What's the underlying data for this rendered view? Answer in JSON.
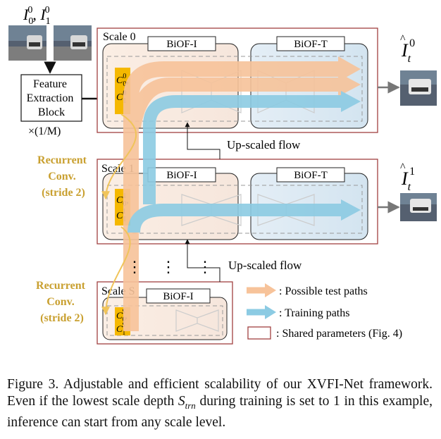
{
  "inputs": {
    "label": "I₀⁰, I₁⁰",
    "base": "I",
    "sub0": "0",
    "sup0": "0",
    "sub1": "1",
    "sup1": "0"
  },
  "feature_block": {
    "lines": [
      "Feature",
      "Extraction",
      "Block"
    ],
    "scale_label": "×(1/M)"
  },
  "scales": [
    {
      "label": "Scale 0",
      "modules": [
        "BiOF-I",
        "BiOF-T"
      ],
      "feature_c0": "C",
      "c0_sub": "0",
      "c0_sup": "0",
      "feature_c1": "C",
      "c1_sub": "1",
      "c1_sup": "0"
    },
    {
      "label": "Scale 1",
      "modules": [
        "BiOF-I",
        "BiOF-T"
      ],
      "feature_c0": "C",
      "c0_sub": "0",
      "c0_sup": "1",
      "feature_c1": "C",
      "c1_sub": "1",
      "c1_sup": "1"
    },
    {
      "label": "Scale S",
      "modules": [
        "BiOF-I"
      ],
      "feature_c0": "C",
      "c0_sub": "0",
      "c0_sup": "S",
      "feature_c1": "C",
      "c1_sub": "1",
      "c1_sup": "S"
    }
  ],
  "upscaled_flow": [
    "Up-scaled flow",
    "Up-scaled flow"
  ],
  "recurrent": [
    {
      "lines": [
        "Recurrent",
        "Conv.",
        "(stride 2)"
      ]
    },
    {
      "lines": [
        "Recurrent",
        "Conv.",
        "(stride 2)"
      ]
    }
  ],
  "outputs": [
    {
      "base": "I",
      "sub": "t",
      "sup": "0"
    },
    {
      "base": "I",
      "sub": "t",
      "sup": "1"
    }
  ],
  "ellipsis": "⋮",
  "legend": [
    {
      "label": ": Possible test paths",
      "color": "#f7c39a"
    },
    {
      "label": ": Training paths",
      "color": "#8ccbe3"
    },
    {
      "label": ": Shared parameters (Fig. 4)",
      "color": "#a04040"
    }
  ],
  "caption": {
    "prefix": "Figure 3. Adjustable and efficient scalability of our XVFI-Net framework. Even if the lowest scale depth ",
    "var": "S",
    "var_sub": "trn",
    "suffix": " during training is set to 1 in this example, inference can start from any scale level."
  },
  "colors": {
    "test_path": "#f7c39a",
    "train_path": "#8ccbe3",
    "scale_border": "#a04040",
    "feature": "#f5b800",
    "recurrent_text": "#c9a030"
  }
}
